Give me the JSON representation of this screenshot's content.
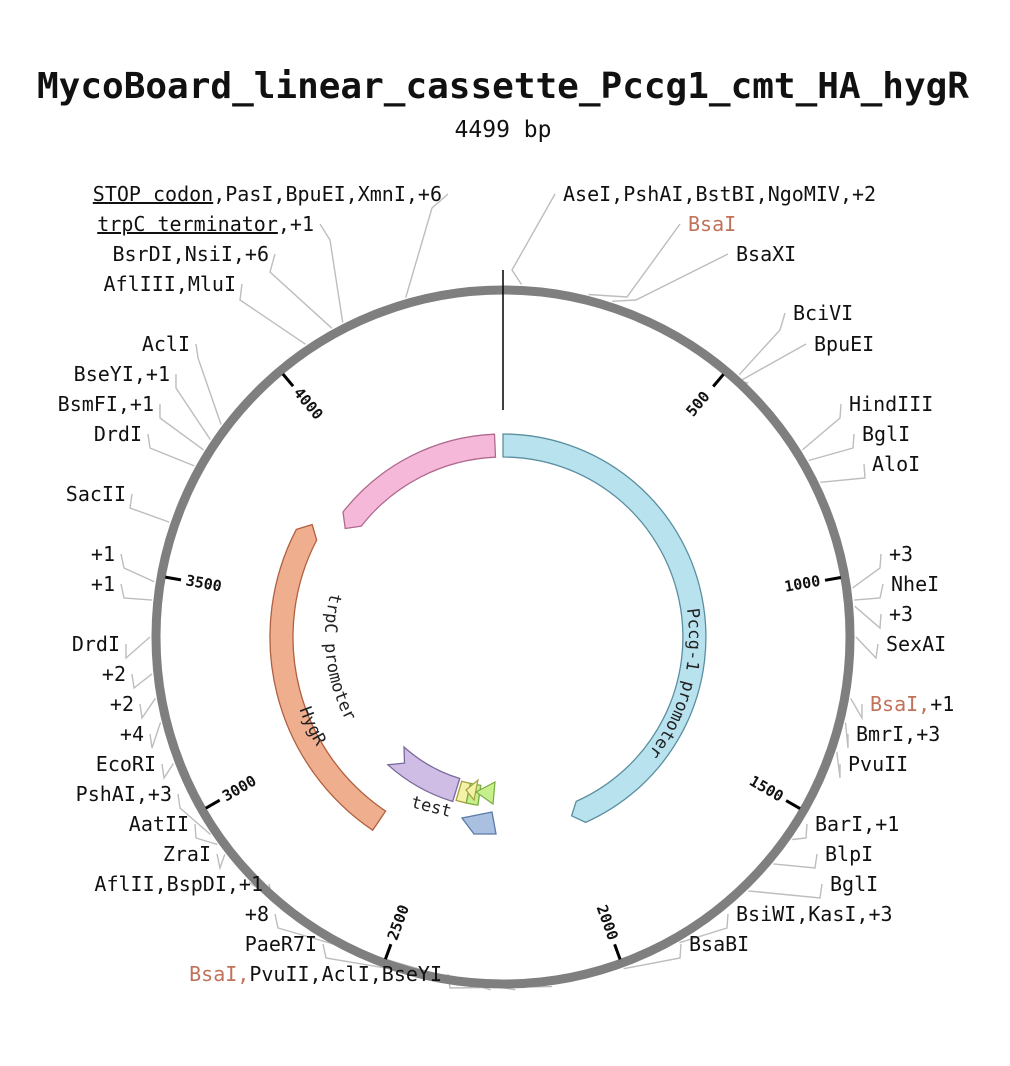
{
  "title": "MycoBoard_linear_cassette_Pccg1_cmt_HA_hygR",
  "length_label": "4499 bp",
  "colors": {
    "ring": "#7f7f7f",
    "leader": "#bdbdbd",
    "highlight": "#c0725a"
  },
  "ticks": [
    "500",
    "1000",
    "1500",
    "2000",
    "2500",
    "3000",
    "3500",
    "4000"
  ],
  "features": [
    {
      "name": "Pccg-1 promoter",
      "color": "#b8e2ee",
      "stroke": "#5a8fa0"
    },
    {
      "name": "pink-feature",
      "label": "",
      "color": "#f6b8d8",
      "stroke": "#b06a90"
    },
    {
      "name": "HygR",
      "color": "#efae8e",
      "stroke": "#b06040"
    },
    {
      "name": "trpC promoter",
      "color": "",
      "stroke": ""
    },
    {
      "name": "test",
      "color": "#cfbde6",
      "stroke": "#7a6a9a"
    },
    {
      "name": "yellow-feature",
      "label": "",
      "color": "#f3f2a6",
      "stroke": "#a8a040"
    },
    {
      "name": "green-feature",
      "label": "",
      "color": "#c6f08c",
      "stroke": "#7aaa40"
    },
    {
      "name": "blue-feature",
      "label": "",
      "color": "#aac0e0",
      "stroke": "#5a7aa8"
    }
  ],
  "sites_right": [
    [
      {
        "t": "AseI,PshAI,BstBI,NgoMIV,+2"
      }
    ],
    [
      {
        "t": "BsaI",
        "hl": true
      }
    ],
    [
      {
        "t": "BsaXI"
      }
    ],
    [
      {
        "t": "BciVI"
      }
    ],
    [
      {
        "t": "BpuEI"
      }
    ],
    [
      {
        "t": "HindIII"
      }
    ],
    [
      {
        "t": "BglI"
      }
    ],
    [
      {
        "t": "AloI"
      }
    ],
    [
      {
        "t": "+3"
      }
    ],
    [
      {
        "t": "NheI"
      }
    ],
    [
      {
        "t": "+3"
      }
    ],
    [
      {
        "t": "SexAI"
      }
    ],
    [
      {
        "t": "BsaI,",
        "hl": true
      },
      {
        "t": "+1"
      }
    ],
    [
      {
        "t": "BmrI,+3"
      }
    ],
    [
      {
        "t": "PvuII"
      }
    ],
    [
      {
        "t": "BarI,+1"
      }
    ],
    [
      {
        "t": "BlpI"
      }
    ],
    [
      {
        "t": "BglI"
      }
    ],
    [
      {
        "t": "BsiWI,KasI,+3"
      }
    ],
    [
      {
        "t": "BsaBI"
      }
    ]
  ],
  "sites_left": [
    [
      {
        "t": "STOP codon",
        "ul": true
      },
      {
        "t": ",PasI,BpuEI,XmnI,+6"
      }
    ],
    [
      {
        "t": "trpC terminator",
        "ul": true
      },
      {
        "t": ",+1"
      }
    ],
    [
      {
        "t": "BsrDI,NsiI,+6"
      }
    ],
    [
      {
        "t": "AflIII,MluI"
      }
    ],
    [
      {
        "t": "AclI"
      }
    ],
    [
      {
        "t": "BseYI,+1"
      }
    ],
    [
      {
        "t": "BsmFI,+1"
      }
    ],
    [
      {
        "t": "DrdI"
      }
    ],
    [
      {
        "t": "SacII"
      }
    ],
    [
      {
        "t": "+1"
      }
    ],
    [
      {
        "t": "+1"
      }
    ],
    [
      {
        "t": "DrdI"
      }
    ],
    [
      {
        "t": "+2"
      }
    ],
    [
      {
        "t": "+2"
      }
    ],
    [
      {
        "t": "+4"
      }
    ],
    [
      {
        "t": "EcoRI"
      }
    ],
    [
      {
        "t": "PshAI,+3"
      }
    ],
    [
      {
        "t": "AatII"
      }
    ],
    [
      {
        "t": "ZraI"
      }
    ],
    [
      {
        "t": "AflII,BspDI,+1"
      }
    ],
    [
      {
        "t": "+8"
      }
    ],
    [
      {
        "t": "PaeR7I"
      }
    ],
    [
      {
        "t": "BsaI,",
        "hl": true
      },
      {
        "t": "PvuII,AclI,BseYI"
      }
    ]
  ]
}
